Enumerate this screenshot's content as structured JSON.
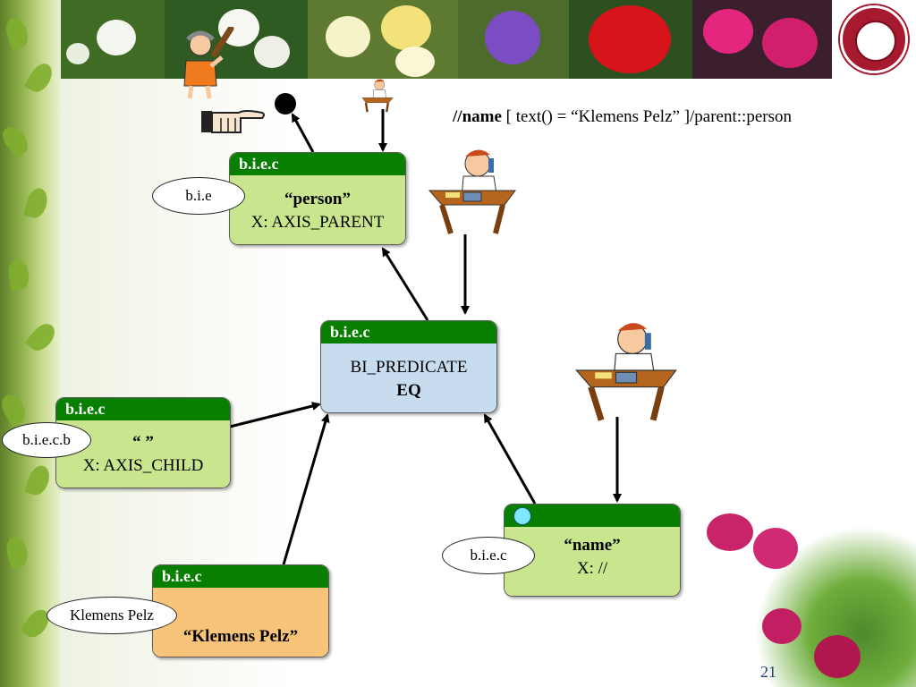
{
  "query": {
    "prefix": "//",
    "name": "name",
    "rest": " [ text() = “Klemens Pelz” ]/parent::person"
  },
  "page_number": "21",
  "boxes": {
    "person": {
      "header": "b.i.e.c",
      "line1": "“person”",
      "line2": "X: AXIS_PARENT",
      "label": "b.i.e"
    },
    "predicate": {
      "header": "b.i.e.c",
      "line1": "BI_PREDICATE",
      "line2": "EQ"
    },
    "child": {
      "header": "b.i.e.c",
      "line1": "“ ”",
      "line2": "X: AXIS_CHILD",
      "label": "b.i.e.c.b"
    },
    "literal": {
      "header": "b.i.e.c",
      "line1": "“Klemens Pelz”",
      "label": "Klemens Pelz"
    },
    "name": {
      "line1": "“name”",
      "line2": "X: //",
      "label": "b.i.e.c"
    }
  },
  "colors": {
    "header_green": "#087f00",
    "body_green": "#c9e68f",
    "body_blue": "#c8dcef",
    "body_orange": "#f8c47a",
    "status_dot": "#7fe7ff"
  },
  "icons": [
    "caveman-icon",
    "pointing-hand-icon",
    "ball-icon",
    "person-at-desk-icon",
    "worcester-polytechnic-seal"
  ]
}
